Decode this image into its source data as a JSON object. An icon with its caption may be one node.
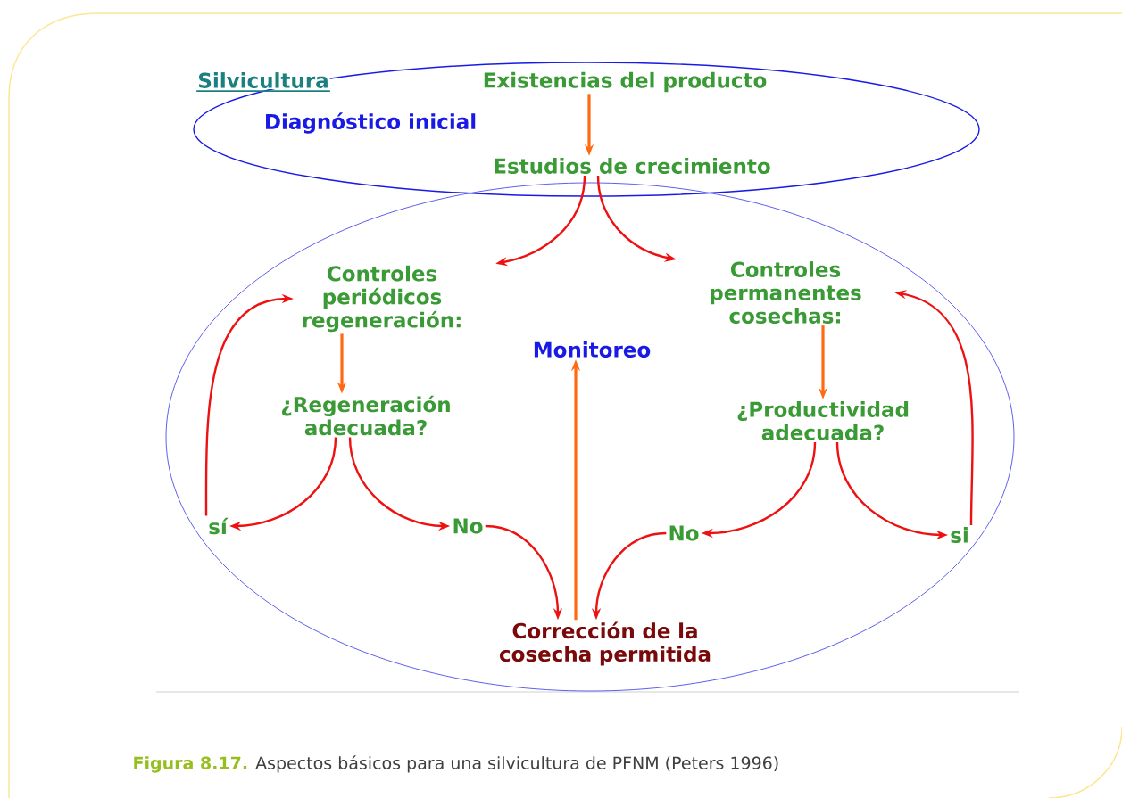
{
  "diagram": {
    "caption": "**Figura 8.17.** Aspectos básicos para una silvicultura de PFNM (Peters 1996)",
    "nodes": [
      {
        "text": [
          "Diagnóstico inicial"
        ]
      },
      {
        "text": [
          "Existencias del producto"
        ],
        "in": 0
      },
      {
        "text": [
          "Estudios de crecimiento"
        ],
        "in": 0
      },
      {
        "text": [],
        "shape": "ellipse"
      },
      {
        "text": [
          "Monitoreo"
        ],
        "in": 3
      },
      {
        "text": [
          "Controles periódicos regeneración:"
        ],
        "in": 3
      },
      {
        "text": [
          "Controles permanentes cosechas:"
        ],
        "in": 3
      },
      {
        "text": [
          "¿Regeneración adecuada?"
        ],
        "in": 3
      },
      {
        "text": [
          "¿Productividad adecuada?"
        ],
        "in": 3
      },
      {
        "text": [
          "sí"
        ],
        "in": 3
      },
      {
        "text": [
          "No"
        ],
        "in": 3
      },
      {
        "text": [
          "No"
        ],
        "in": 3
      },
      {
        "text": [
          "si"
        ],
        "in": 3
      },
      {
        "text": [
          "Corrección de la cosecha permitida"
        ],
        "in": 3
      }
    ],
    "edges": [
      {
        "from": 1,
        "to": 2,
        "arrow": "to",
        "color": "#ff6a10"
      },
      {
        "from": 2,
        "to": 5,
        "arrow": "to"
      },
      {
        "from": 2,
        "to": 6,
        "arrow": "to"
      },
      {
        "from": 5,
        "to": 7,
        "arrow": "to",
        "color": "#ff6a10"
      },
      {
        "from": 6,
        "to": 8,
        "arrow": "to",
        "color": "#ff6a10"
      },
      {
        "from": 7,
        "to": 9,
        "arrow": "to"
      },
      {
        "from": 7,
        "to": 10,
        "arrow": "to"
      },
      {
        "from": 8,
        "to": 11,
        "arrow": "to"
      },
      {
        "from": 8,
        "to": 12,
        "arrow": "to"
      },
      {
        "from": 9,
        "to": 5,
        "arrow": "to"
      },
      {
        "from": 12,
        "to": 6,
        "arrow": "to"
      },
      {
        "from": 10,
        "to": 13,
        "arrow": "to"
      },
      {
        "from": 11,
        "to": 13,
        "arrow": "to"
      },
      {
        "from": 13,
        "to": 4,
        "arrow": "to",
        "color": "#ff6a10"
      }
    ],
    "labels": [
      "Silvicultura"
    ]
  }
}
